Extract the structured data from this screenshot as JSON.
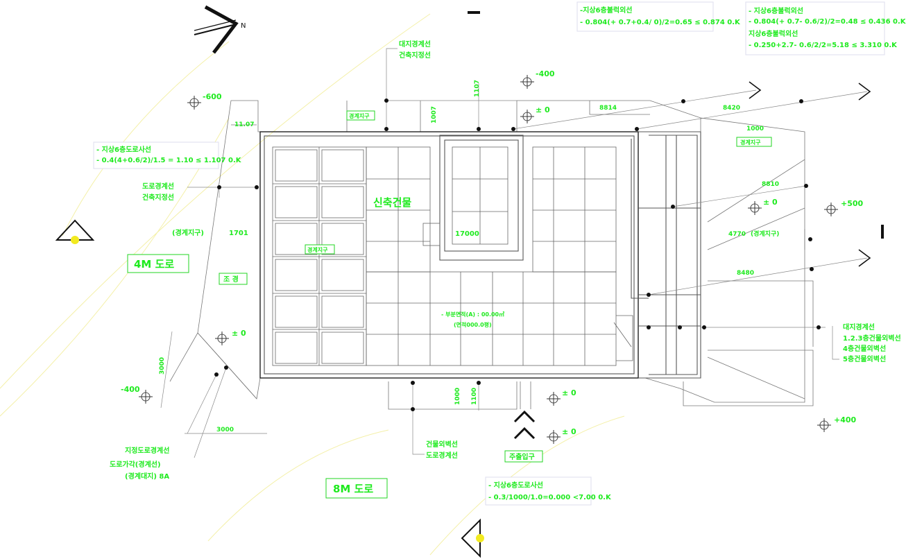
{
  "north": {
    "label": "N"
  },
  "notes_top": {
    "center": [
      "-지상6층불럭외선",
      "- 0.804(+ 0.7+0.4/ 0)/2=0.65 ≤ 0.874 0.K"
    ],
    "right_a": [
      "- 지상6층불럭외선",
      "- 0.804(+ 0.7- 0.6/2)/2=0.48 ≤ 0.436 0.K"
    ],
    "right_b": [
      "지상6층불럭외선",
      "- 0.250+2.7- 0.6/2/2=5.18 ≤ 3.310 0.K"
    ]
  },
  "notes_left": [
    "- 지상6층도로사선",
    "- 0.4(4+0.6/2)/1.5 = 1.10 ≤ 1.107 0.K"
  ],
  "notes_bottom": [
    "- 지상6층도로사선",
    "- 0.3/1000/1.0=0.000 <7.00 0.K"
  ],
  "levels": {
    "top_left": "-600",
    "top_mid": "-400",
    "plus_zero_top": "± 0",
    "plus_zero_right": "± 0",
    "right_plus": "+500",
    "left_zero": "± 0",
    "left_minus": "-400",
    "bottom_zero_a": "± 0",
    "bottom_zero_b": "± 0",
    "bottom_right": "+400"
  },
  "building": {
    "label": "신축건물",
    "room_label": "17000"
  },
  "roads": {
    "west": "4M 도로",
    "south": "8M 도로"
  },
  "labels": {
    "top_lines": [
      "대지경계선",
      "건축지정선"
    ],
    "left_lines": [
      "도로경계선",
      "건축지정선"
    ],
    "left_dim_a": "(경계지구)",
    "left_dim_b": "1701",
    "landscape": "조 경",
    "right_lines": [
      "대지경계선",
      "1.2.3층건물외벽선",
      "4층건물외벽선",
      "5층건물외벽선"
    ],
    "bottom_lines": [
      "건물외벽선",
      "도로경계선"
    ],
    "left_bottom_lines": [
      "지정도로경계선",
      "도로가각(경계선)",
      "(경계대지) 8A"
    ],
    "entrance": "주출입구",
    "top_dims": [
      "11.07",
      "1007",
      "1107",
      "8814",
      "8420",
      "1000"
    ],
    "right_dims": [
      "8810",
      "4770",
      "(경계지구)",
      "8480"
    ],
    "bottom_dims": [
      "1000",
      "1100"
    ],
    "left_dims": [
      "3000",
      "3000"
    ],
    "tags": [
      "경계지구",
      "경계지구",
      "경계지구"
    ],
    "grid_note": [
      "- 부분면적(A) : 00.00㎡",
      "(면적000.0평)"
    ]
  }
}
